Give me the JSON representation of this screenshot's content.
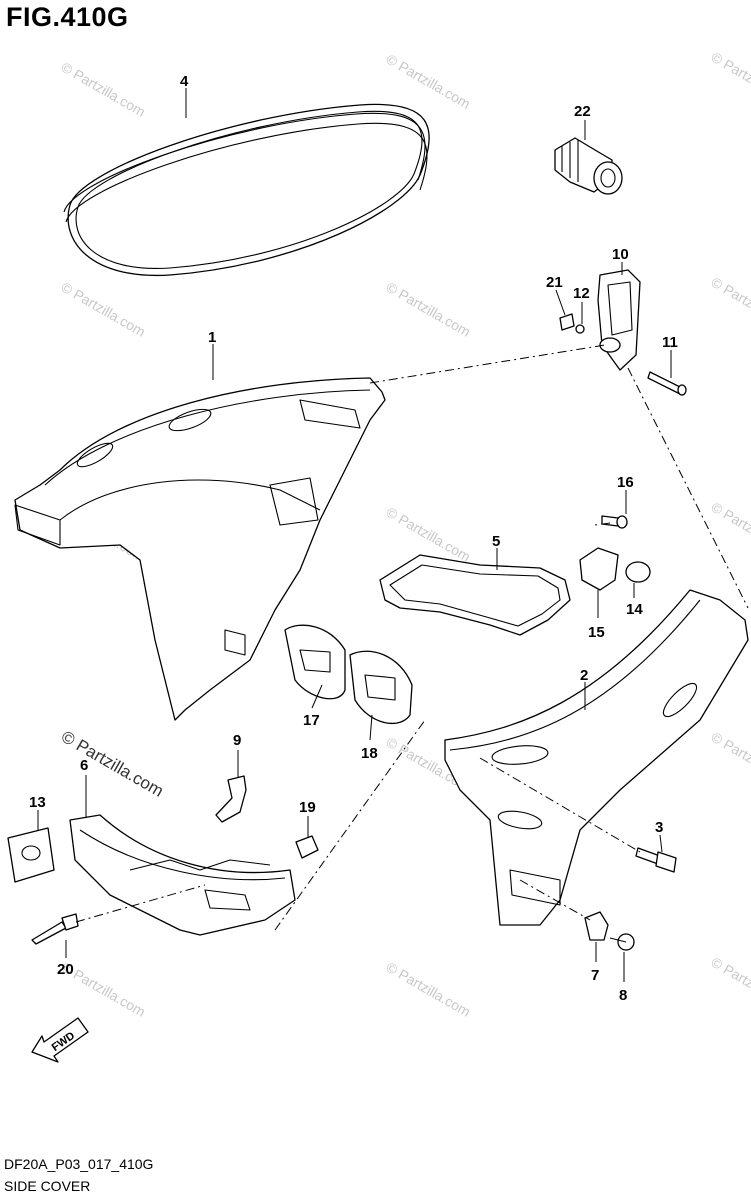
{
  "figure": {
    "title": "FIG.410G",
    "code": "DF20A_P03_017_410G",
    "name": "SIDE COVER"
  },
  "watermark": {
    "text": "© Partzilla.com",
    "prominent_text": "© Partzilla.com"
  },
  "direction_arrow": {
    "label": "FWD"
  },
  "callouts": {
    "c1": "1",
    "c2": "2",
    "c3": "3",
    "c4": "4",
    "c5": "5",
    "c6": "6",
    "c7": "7",
    "c8": "8",
    "c9": "9",
    "c10": "10",
    "c11": "11",
    "c12": "12",
    "c13": "13",
    "c14": "14",
    "c15": "15",
    "c16": "16",
    "c17": "17",
    "c18": "18",
    "c19": "19",
    "c20": "20",
    "c21": "21",
    "c22": "22"
  }
}
